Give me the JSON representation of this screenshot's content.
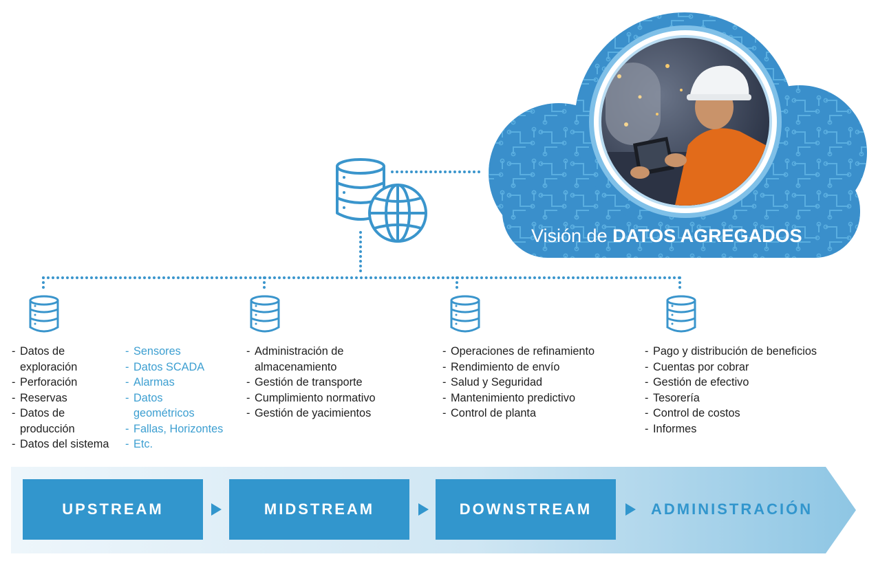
{
  "cloud": {
    "title_prefix": "Visión de",
    "title_bold": "DATOS AGREGADOS",
    "photo_icon": "worker-with-tablet-photo"
  },
  "central_icon": "database-globe-icon",
  "source_icon": "database-icon",
  "colors": {
    "primary": "#3296cd",
    "cloud": "#3a8fcb",
    "text": "#1e1e1e",
    "accent_text": "#3d9fd1"
  },
  "columns": {
    "upstream": {
      "items": [
        [
          "Datos de",
          "exploración"
        ],
        [
          "Perforación"
        ],
        [
          "Reservas"
        ],
        [
          "Datos de",
          "producción"
        ],
        [
          "Datos del sistema"
        ]
      ],
      "secondary_items": [
        [
          "Sensores"
        ],
        [
          "Datos SCADA"
        ],
        [
          "Alarmas"
        ],
        [
          "Datos",
          "geométricos"
        ],
        [
          "Fallas, Horizontes"
        ],
        [
          "Etc."
        ]
      ]
    },
    "midstream": {
      "items": [
        [
          "Administración de",
          "almacenamiento"
        ],
        [
          "Gestión de transporte"
        ],
        [
          "Cumplimiento normativo"
        ],
        [
          "Gestión de yacimientos"
        ]
      ]
    },
    "downstream": {
      "items": [
        [
          "Operaciones de refinamiento"
        ],
        [
          "Rendimiento de envío"
        ],
        [
          "Salud y Seguridad"
        ],
        [
          "Mantenimiento predictivo"
        ],
        [
          "Control de planta"
        ]
      ]
    },
    "administracion": {
      "items": [
        [
          "Pago y distribución de beneficios"
        ],
        [
          "Cuentas por cobrar"
        ],
        [
          "Gestión de efectivo"
        ],
        [
          "Tesorería"
        ],
        [
          "Control de costos"
        ],
        [
          "Informes"
        ]
      ]
    }
  },
  "stages": [
    "UPSTREAM",
    "MIDSTREAM",
    "DOWNSTREAM",
    "ADMINISTRACIÓN"
  ]
}
